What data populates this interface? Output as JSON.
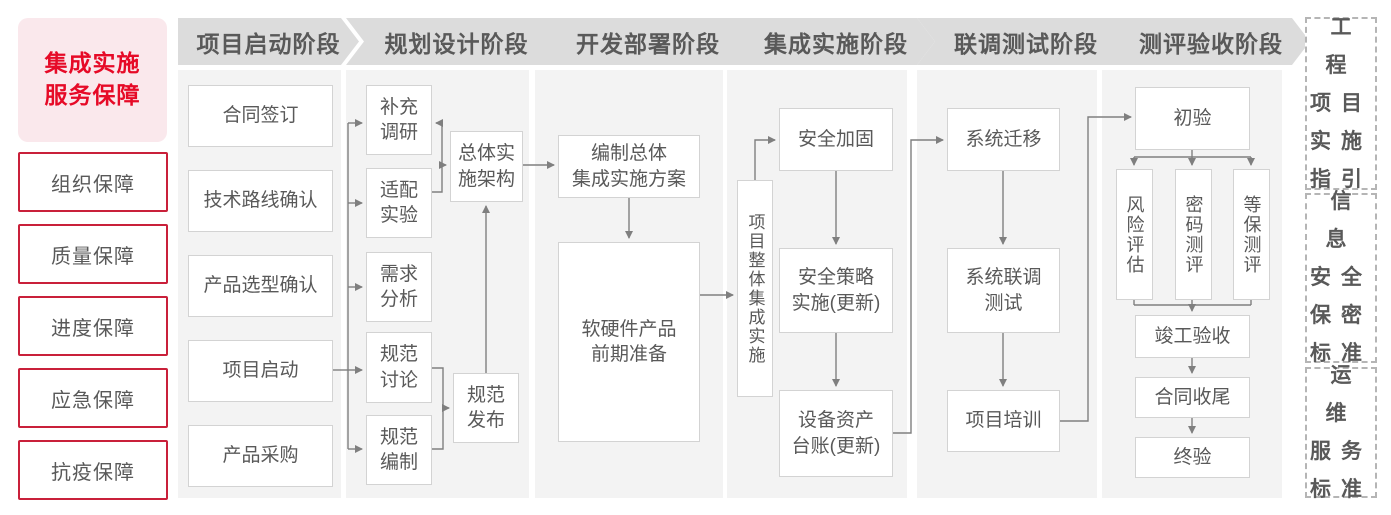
{
  "colors": {
    "accent_red": "#e60a27",
    "red_border": "#c9203a",
    "pink_bg": "#fae8ec",
    "header_gray": "#dcdcdc",
    "panel_gray": "#f3f3f3",
    "line_gray": "#7f7f7f",
    "text_gray": "#595959"
  },
  "left_sidebar": {
    "title": "集成实施\n服务保障",
    "items": [
      "组织保障",
      "质量保障",
      "进度保障",
      "应急保障",
      "抗疫保障"
    ]
  },
  "phases": [
    "项目启动阶段",
    "规划设计阶段",
    "开发部署阶段",
    "集成实施阶段",
    "联调测试阶段",
    "测评验收阶段"
  ],
  "flow": {
    "col1": [
      "合同签订",
      "技术路线确认",
      "产品选型确认",
      "项目启动",
      "产品采购"
    ],
    "col2": {
      "inputs": [
        "补充\n调研",
        "适配\n实验",
        "需求\n分析",
        "规范\n讨论",
        "规范\n编制"
      ],
      "architecture": "总体实\n施架构",
      "release": "规范\n发布"
    },
    "col3": {
      "plan": "编制总体\n集成实施方案",
      "preparation": "软硬件产品\n前期准备"
    },
    "col4": {
      "backbone": "项目整体集成实施",
      "steps": [
        "安全加固",
        "安全策略\n实施(更新)",
        "设备资产\n台账(更新)"
      ]
    },
    "col5": {
      "steps": [
        "系统迁移",
        "系统联调\n测试",
        "项目培训"
      ]
    },
    "col6": {
      "entry": "初验",
      "evaluations": [
        "风险评估",
        "密码测评",
        "等保测评"
      ],
      "closing": [
        "竣工验收",
        "合同收尾",
        "终验"
      ]
    }
  },
  "right_sidebar": {
    "items": [
      "工程\n项目\n实施\n指引",
      "信息\n安全\n保密\n标准",
      "运维\n服务\n标准"
    ]
  }
}
